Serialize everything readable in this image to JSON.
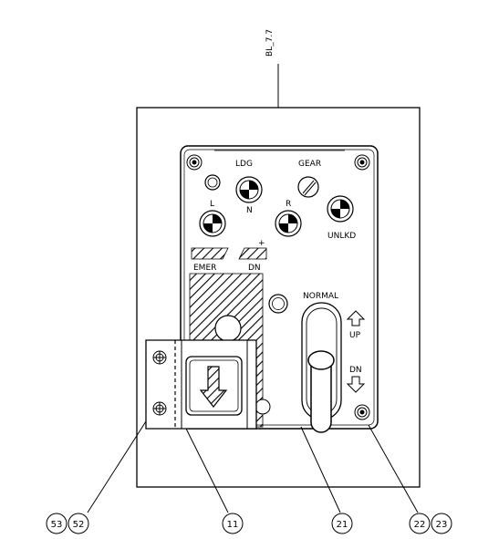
{
  "reference_label": "BL_7.7",
  "panel_labels": {
    "ldg": "LDG",
    "gear": "GEAR",
    "left": "L",
    "nose": "N",
    "right": "R",
    "unlkd": "UNLKD",
    "emer": "EMER",
    "dn_emer": "DN",
    "plus": "+",
    "normal": "NORMAL",
    "up": "UP",
    "dn_normal": "DN"
  },
  "callouts": [
    "53",
    "52",
    "11",
    "21",
    "22",
    "23"
  ]
}
